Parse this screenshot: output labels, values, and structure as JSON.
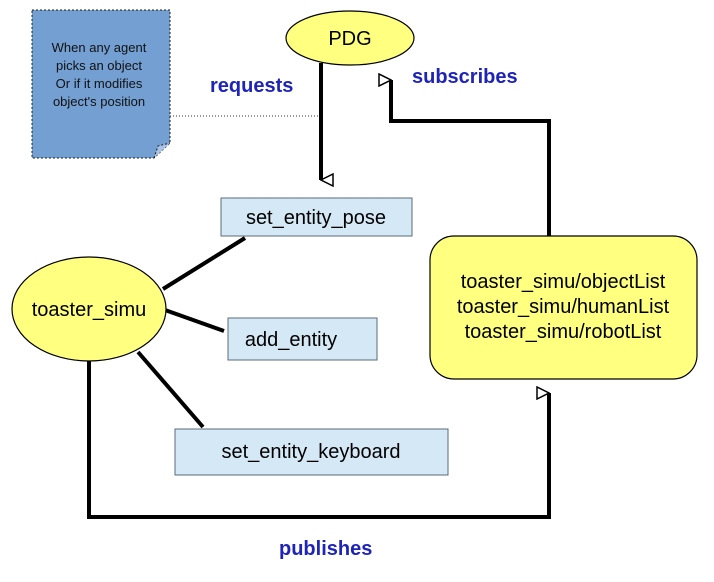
{
  "note": {
    "lines": [
      "When any agent",
      "picks an object",
      "Or if it modifies",
      "object's position"
    ]
  },
  "nodes": {
    "pdg": "PDG",
    "toaster_simu": "toaster_simu",
    "set_entity_pose": "set_entity_pose",
    "add_entity": "add_entity",
    "set_entity_keyboard": "set_entity_keyboard",
    "topics": [
      "toaster_simu/objectList",
      "toaster_simu/humanList",
      "toaster_simu/robotList"
    ]
  },
  "labels": {
    "requests": "requests",
    "subscribes": "subscribes",
    "publishes": "publishes"
  },
  "colors": {
    "note_fill": "#739fd2",
    "ellipse_fill": "#ffff80",
    "service_fill": "#d5e8f5",
    "topics_fill": "#ffff80",
    "label_color": "#1f24b8"
  }
}
